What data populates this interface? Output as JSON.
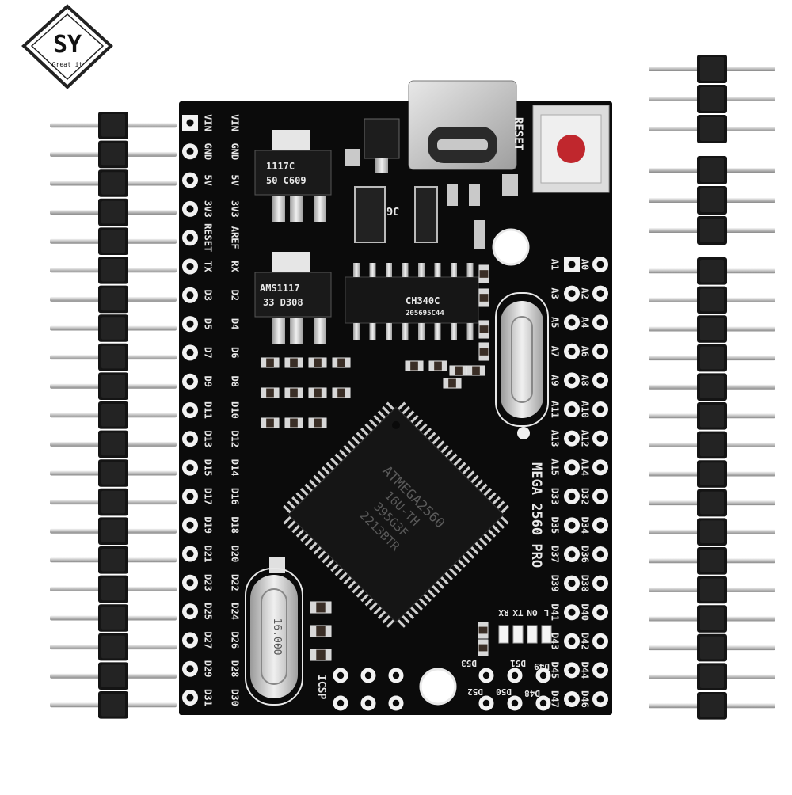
{
  "logo": {
    "initials": "SY",
    "tagline": "Great it"
  },
  "board": {
    "model_label": "MEGA 2560 PRO",
    "reset_label": "RESET",
    "icsp_label": "ICSP",
    "regulator_top": {
      "line1": "1117C",
      "line2": "50 C609"
    },
    "regulator_mid": {
      "line1": "AMS1117",
      "line2": "33 D308"
    },
    "usb_chip": {
      "line1": "CH340C",
      "line2": "205695C44"
    },
    "mcu": {
      "line1": "ATMEGA2560",
      "line2": "16U-TH",
      "line3": "395G3F",
      "line4": "2213BTR"
    },
    "crystal_label": "16.000",
    "diode_label": "JG",
    "led_labels": [
      "RX",
      "TX",
      "ON",
      "L"
    ],
    "left_outer_pins": [
      "VIN",
      "GND",
      "5V",
      "3V3",
      "RESET",
      "TX",
      "D3",
      "D5",
      "D7",
      "D9",
      "D11",
      "D13",
      "D15",
      "D17",
      "D19",
      "D21",
      "D23",
      "D25",
      "D27",
      "D29",
      "D31"
    ],
    "left_inner_pins": [
      "VIN",
      "GND",
      "5V",
      "3V3",
      "AREF",
      "RX",
      "D2",
      "D4",
      "D6",
      "D8",
      "D10",
      "D12",
      "D14",
      "D16",
      "D18",
      "D20",
      "D22",
      "D24",
      "D26",
      "D28",
      "D30"
    ],
    "right_inner_pins": [
      "A1",
      "A3",
      "A5",
      "A7",
      "A9",
      "A11",
      "A13",
      "A15",
      "D33",
      "D35",
      "D37",
      "D39",
      "D41",
      "D43",
      "D45",
      "D47"
    ],
    "right_outer_pins": [
      "A0",
      "A2",
      "A4",
      "A6",
      "A8",
      "A10",
      "A12",
      "A14",
      "D32",
      "D34",
      "D36",
      "D38",
      "D40",
      "D42",
      "D44",
      "D46"
    ],
    "bottom_labels": [
      "D53",
      "D51",
      "D49",
      "D52",
      "D50",
      "D48"
    ]
  },
  "colors": {
    "pcb": "#0b0b0b",
    "silkscreen": "#e8e8e8",
    "pad": "#f2f2f2",
    "header": "#141414",
    "pin": "#d9d9d9",
    "reset_button": "#c0272d"
  }
}
